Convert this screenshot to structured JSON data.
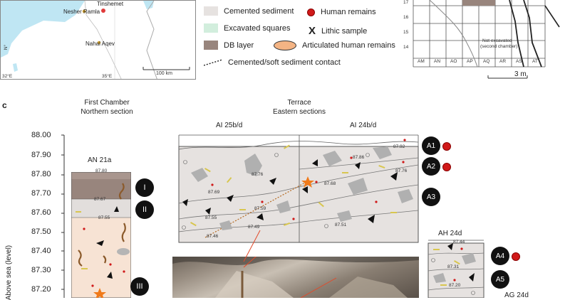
{
  "map": {
    "site_top": "Tinshemet",
    "site_left": "Nesher Ramla",
    "site_south": "Nahal Aqev",
    "lat_label": "N°",
    "lon_left": "32°E",
    "lon_right": "35°E",
    "scale": "100 km"
  },
  "legend": {
    "items": [
      {
        "label": "Cemented sediment",
        "color": "#e6e2e0"
      },
      {
        "label": "Excavated squares",
        "color": "#d2eedd"
      },
      {
        "label": "DB layer",
        "color": "#98857d"
      }
    ],
    "human_remains": "Human remains",
    "lithic_sample": "Lithic sample",
    "articulated": "Articulated human remains",
    "contact": "Cemented/soft sediment contact"
  },
  "grid": {
    "rows": [
      "17",
      "16",
      "15",
      "14"
    ],
    "cols": [
      "AM",
      "AN",
      "AO",
      "AP",
      "AQ",
      "AR",
      "AS",
      "AT"
    ],
    "not_excavated": "Not excavated",
    "second_chamber": "(second chamber)",
    "scale": "3 m"
  },
  "panel_label": "c",
  "first_chamber": {
    "title": "First Chamber",
    "subtitle": "Northern section",
    "square": "AN 21a"
  },
  "terrace": {
    "title": "Terrace",
    "subtitle": "Eastern sections",
    "col1": "AI 25b/d",
    "col2": "AI 24b/d"
  },
  "ah": "AH 24d",
  "ag": "AG 24d",
  "axis": {
    "label": "Above sea (level)",
    "ticks": [
      "88.00",
      "87.90",
      "87.80",
      "87.70",
      "87.60",
      "87.50",
      "87.40",
      "87.30",
      "87.20"
    ]
  },
  "units_left": [
    "I",
    "II",
    "III"
  ],
  "units_right": [
    "A1",
    "A2",
    "A3",
    "A4",
    "A5"
  ],
  "elev_left": [
    "87.80",
    "87.67",
    "87.55"
  ],
  "elev_terrace": [
    "87.92",
    "87.86",
    "87.76",
    "87.76",
    "87.69",
    "87.68",
    "87.59",
    "87.55",
    "87.51",
    "87.49",
    "87.46"
  ],
  "elev_ah": [
    "87.44",
    "87.31",
    "87.20"
  ]
}
